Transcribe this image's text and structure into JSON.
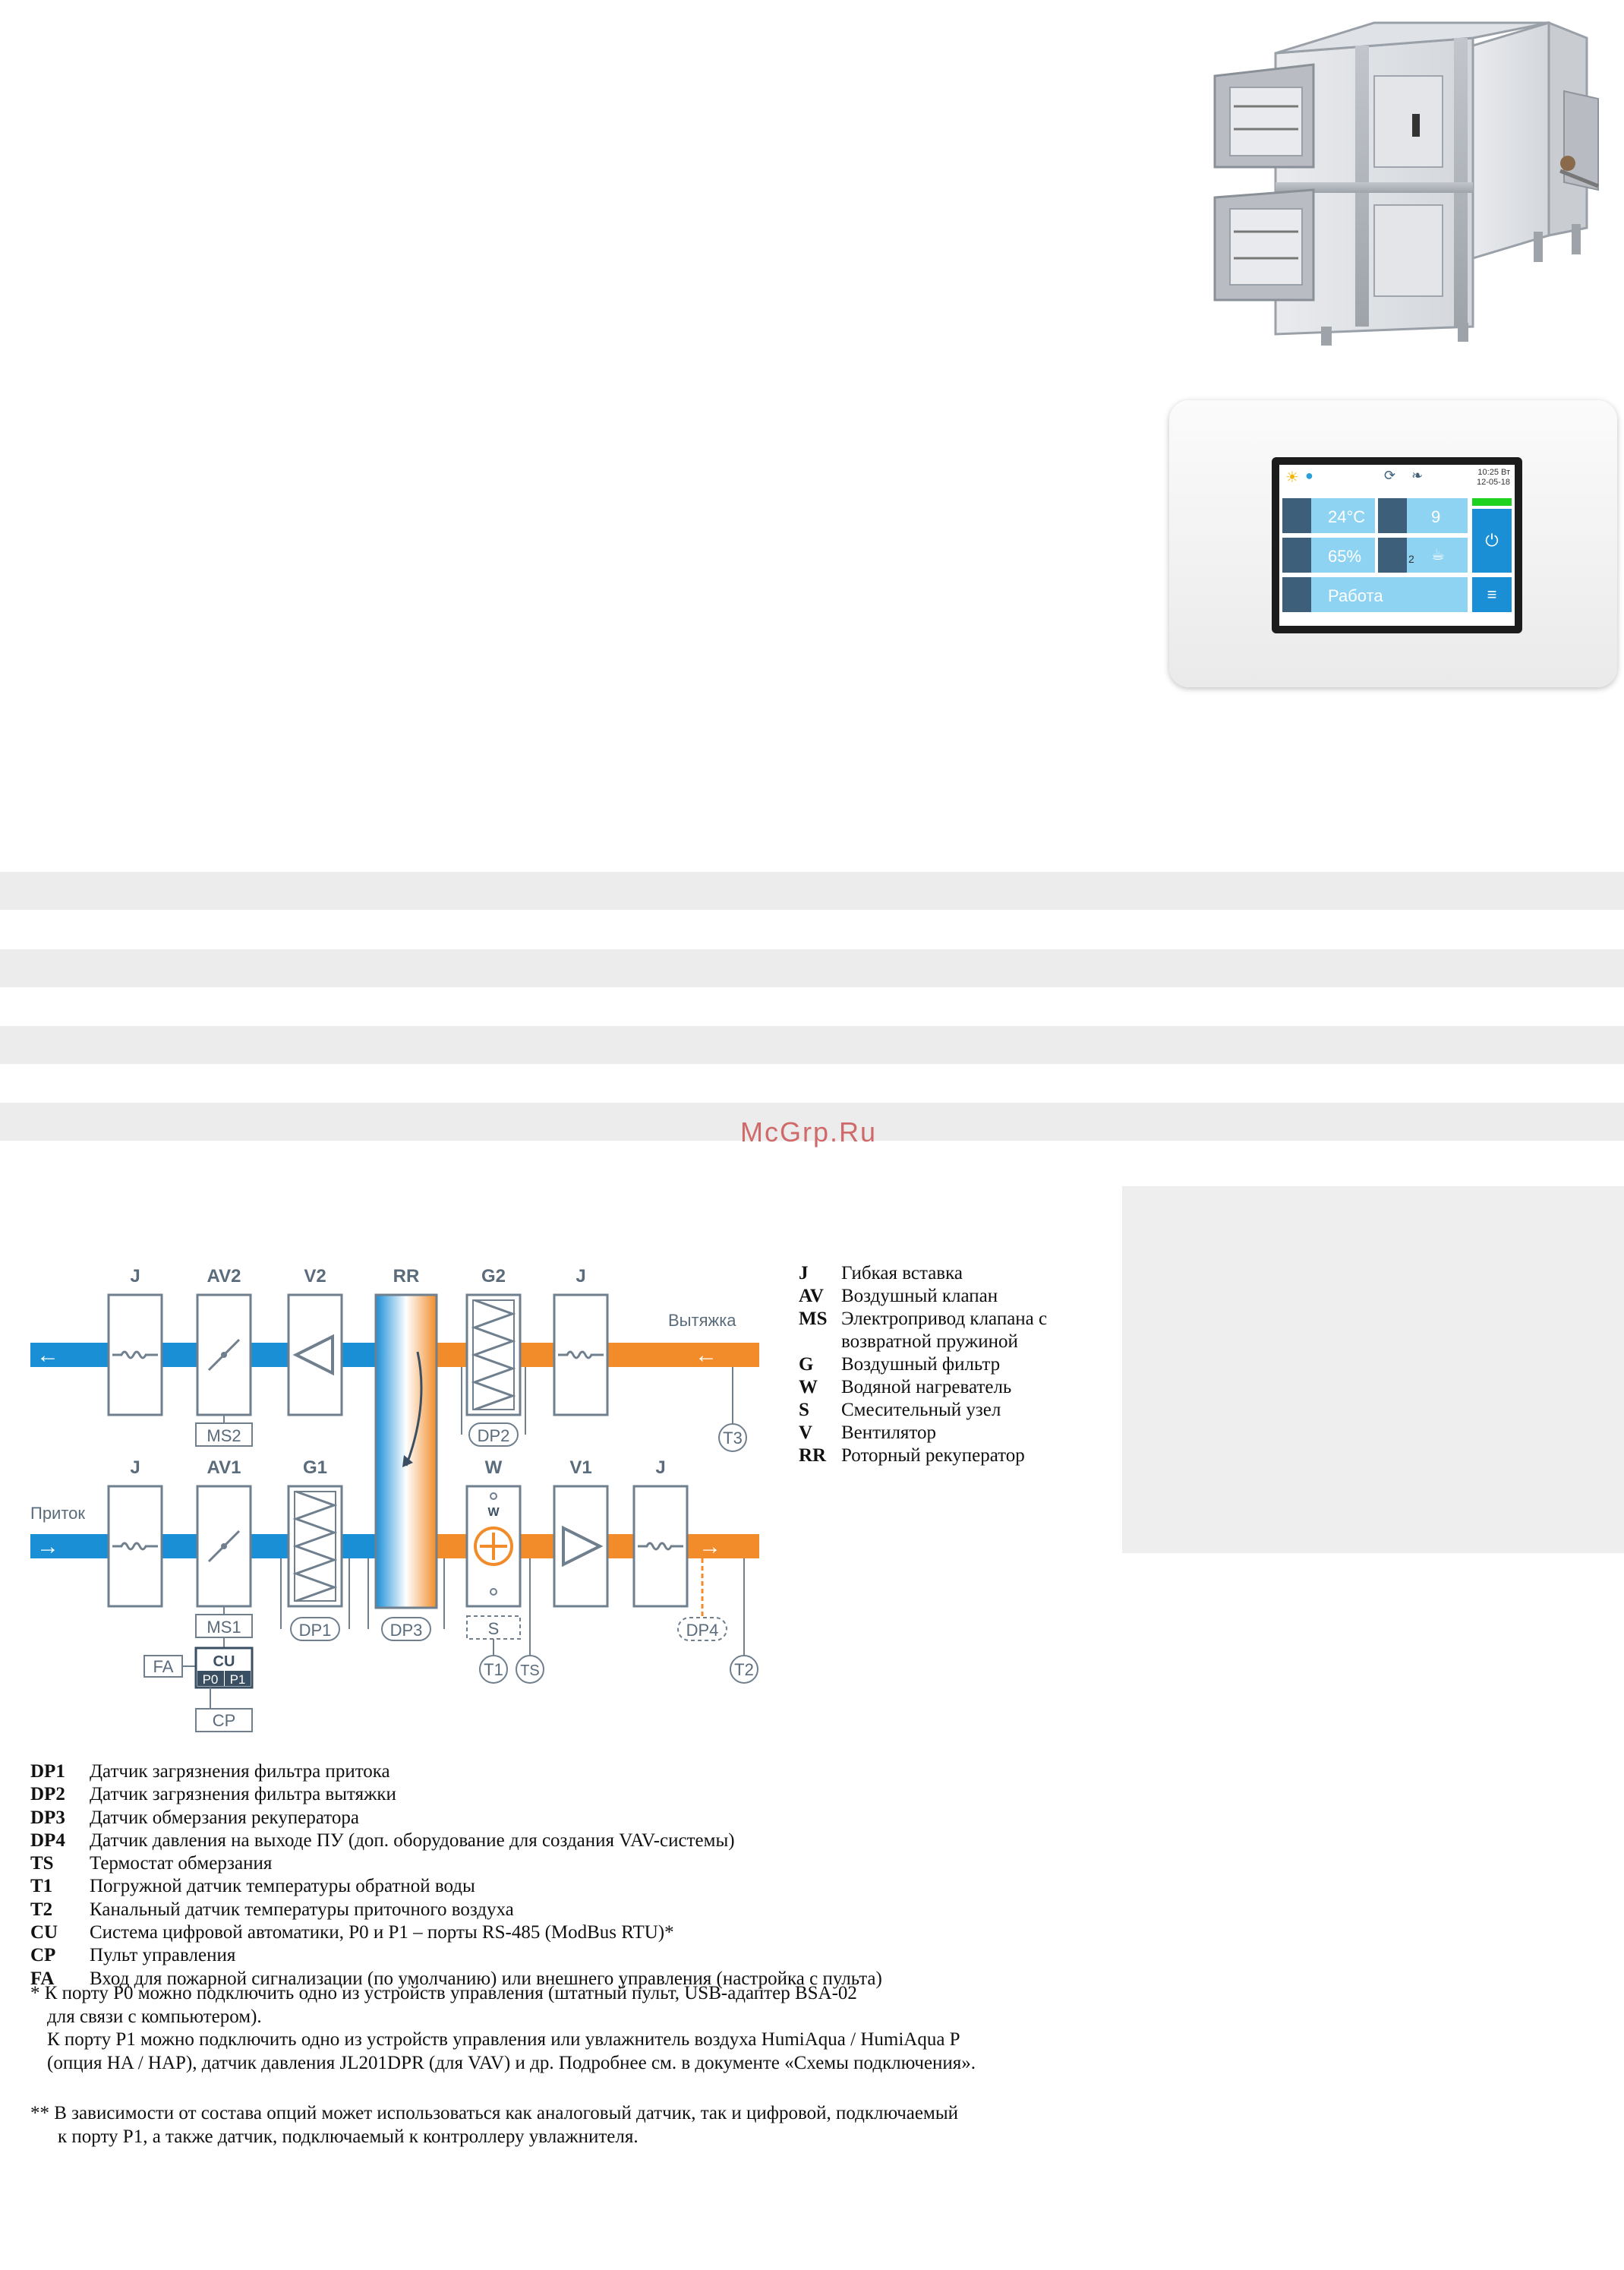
{
  "watermark": "McGrp.Ru",
  "controller": {
    "time": "10:25 Вт",
    "date": "12-05-18",
    "temperature": "24°C",
    "fan_speed": "9",
    "humidity": "65%",
    "timer_index": "2",
    "status": "Работа"
  },
  "diagram": {
    "exhaust_label": "Вытяжка",
    "supply_label": "Приток",
    "top_row": [
      "J",
      "AV2",
      "V2",
      "RR",
      "G2",
      "J"
    ],
    "bottom_row": [
      "J",
      "AV1",
      "G1",
      "W",
      "V1",
      "J"
    ],
    "w_small": "W",
    "ms2": "MS2",
    "dp2": "DP2",
    "t3": "T3",
    "ms1": "MS1",
    "dp1": "DP1",
    "dp3": "DP3",
    "s": "S",
    "t1": "T1",
    "ts": "TS",
    "dp4": "DP4",
    "t2": "T2",
    "fa": "FA",
    "cu": "CU",
    "p0": "P0",
    "p1": "P1",
    "cp": "CP"
  },
  "components": [
    {
      "code": "J",
      "desc": "Гибкая вставка"
    },
    {
      "code": "AV",
      "desc": "Воздушный клапан"
    },
    {
      "code": "MS",
      "desc": "Электропривод клапана с возвратной пружиной"
    },
    {
      "code": "G",
      "desc": "Воздушный фильтр"
    },
    {
      "code": "W",
      "desc": "Водяной нагреватель"
    },
    {
      "code": "S",
      "desc": "Смесительный узел"
    },
    {
      "code": "V",
      "desc": "Вентилятор"
    },
    {
      "code": "RR",
      "desc": "Роторный рекуператор"
    }
  ],
  "sensors": [
    {
      "code": "DP1",
      "desc": "Датчик загрязнения фильтра притока"
    },
    {
      "code": "DP2",
      "desc": "Датчик загрязнения фильтра вытяжки"
    },
    {
      "code": "DP3",
      "desc": "Датчик обмерзания рекуператора"
    },
    {
      "code": "DP4",
      "desc": "Датчик давления на выходе ПУ (доп. оборудование для создания VAV-системы)"
    },
    {
      "code": "TS",
      "desc": "Термостат обмерзания"
    },
    {
      "code": "T1",
      "desc": "Погружной датчик температуры обратной воды"
    },
    {
      "code": "T2",
      "desc": "Канальный датчик температуры приточного воздуха"
    },
    {
      "code": "CU",
      "desc": "Система цифровой автоматики, P0 и P1 – порты RS-485 (ModBus RTU)*"
    },
    {
      "code": "CP",
      "desc": "Пульт управления"
    },
    {
      "code": "FA",
      "desc": "Вход для пожарной сигнализации (по умолчанию) или внешнего управления (настройка с пульта)"
    }
  ],
  "notes": {
    "n1_l1": "* К порту P0 можно подключить одно из устройств управления (штатный пульт, USB-адаптер BSA-02",
    "n1_l2": "для связи с компьютером).",
    "n1_l3": "К порту P1 можно подключить одно из устройств управления или увлажнитель воздуха HumiAqua /  HumiAqua P",
    "n1_l4": "(опция HA / HAP), датчик давления JL201DPR (для VAV) и др. Подробнее см. в документе «Схемы подключения».",
    "n2_l1": "** В зависимости от состава опций может использоваться как аналоговый датчик, так и цифровой, подключаемый",
    "n2_l2": "к порту P1, а также датчик, подключаемый к контроллеру увлажнителя."
  },
  "colors": {
    "exhaust_flow": "#f28c2a",
    "supply_flow": "#1a8fd6",
    "box_stroke": "#6f7f8e",
    "cu_dark": "#3b4f63"
  }
}
